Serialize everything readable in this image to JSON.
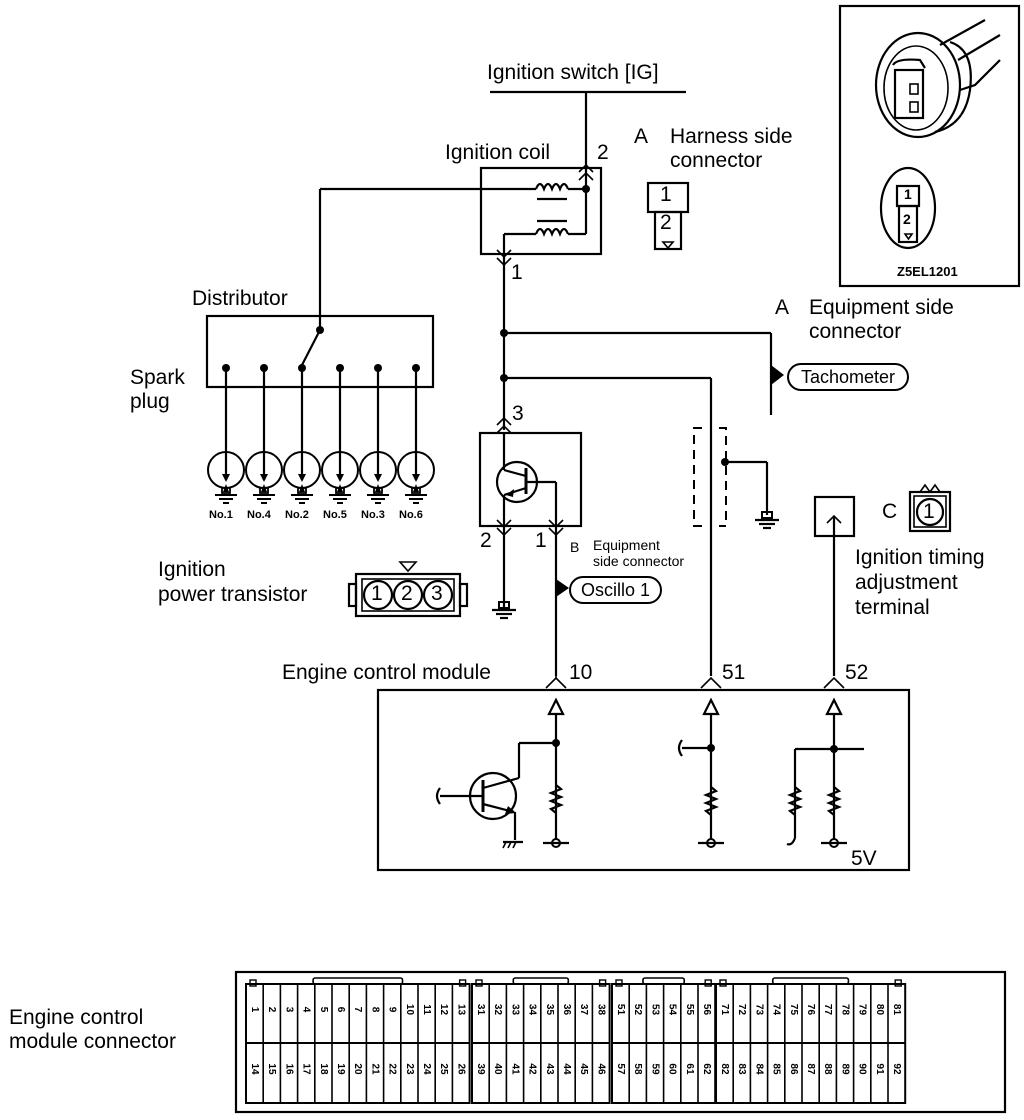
{
  "labels": {
    "ignition_switch": "Ignition switch [IG]",
    "ignition_coil": "Ignition coil",
    "coil_pin_2": "2",
    "coil_pin_1": "1",
    "harness_side_letter": "A",
    "harness_side_line1": "Harness side",
    "harness_side_line2": "connector",
    "harness_conn_pins": [
      "1",
      "2"
    ],
    "photo_code": "Z5EL1201",
    "photo_conn_pins": [
      "1",
      "2"
    ],
    "distributor": "Distributor",
    "spark_plug_line1": "Spark",
    "spark_plug_line2": "plug",
    "spark_plugs": [
      "No.1",
      "No.4",
      "No.2",
      "No.5",
      "No.3",
      "No.6"
    ],
    "equip_side_letter": "A",
    "equip_side_line1": "Equipment side",
    "equip_side_line2": "connector",
    "tachometer": "Tachometer",
    "transistor_pin_3": "3",
    "transistor_pin_2": "2",
    "transistor_pin_1": "1",
    "equip_b_letter": "B",
    "equip_b_line1": "Equipment",
    "equip_b_line2": "side connector",
    "oscillo": "Oscillo 1",
    "ign_power_transistor_line1": "Ignition",
    "ign_power_transistor_line2": "power transistor",
    "transistor_conn_pins": [
      "1",
      "2",
      "3"
    ],
    "timing_letter": "C",
    "timing_conn_pin": "1",
    "timing_line1": "Ignition timing",
    "timing_line2": "adjustment",
    "timing_line3": "terminal",
    "ecm": "Engine control module",
    "ecm_pins": [
      "10",
      "51",
      "52"
    ],
    "ecm_voltage": "5V",
    "ecm_connector_line1": "Engine control",
    "ecm_connector_line2": "module connector"
  },
  "ecm_connector": {
    "blocks": [
      {
        "top": [
          "1",
          "2",
          "3",
          "4",
          "5",
          "6",
          "7",
          "8",
          "9",
          "10",
          "11",
          "12",
          "13"
        ],
        "bottom": [
          "14",
          "15",
          "16",
          "17",
          "18",
          "19",
          "20",
          "21",
          "22",
          "23",
          "24",
          "25",
          "26"
        ]
      },
      {
        "top": [
          "31",
          "32",
          "33",
          "34",
          "35",
          "36",
          "37",
          "38"
        ],
        "bottom": [
          "39",
          "40",
          "41",
          "42",
          "43",
          "44",
          "45",
          "46"
        ]
      },
      {
        "top": [
          "51",
          "52",
          "53",
          "54",
          "55",
          "56"
        ],
        "bottom": [
          "57",
          "58",
          "59",
          "60",
          "61",
          "62"
        ]
      },
      {
        "top": [
          "71",
          "72",
          "73",
          "74",
          "75",
          "76",
          "77",
          "78",
          "79",
          "80",
          "81"
        ],
        "bottom": [
          "82",
          "83",
          "84",
          "85",
          "86",
          "87",
          "88",
          "89",
          "90",
          "91",
          "92"
        ]
      }
    ]
  },
  "icons": {
    "ground": "ground-symbol",
    "connector_arrow": "connector-terminal-symbol",
    "transistor": "npn-transistor-symbol",
    "resistor": "resistor-symbol",
    "coil": "inductor-symbol"
  }
}
